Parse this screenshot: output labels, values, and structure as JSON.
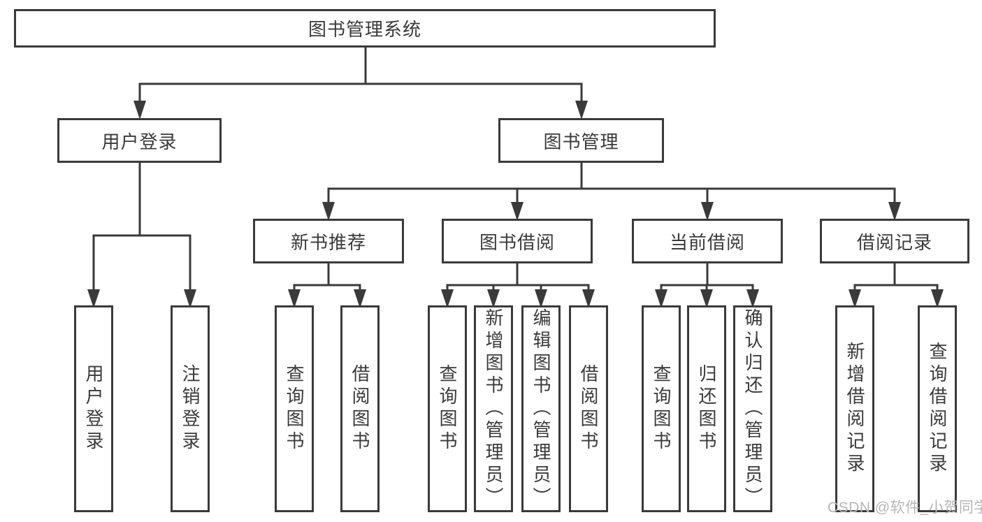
{
  "diagram": {
    "root": "图书管理系统",
    "level2": [
      "用户登录",
      "图书管理"
    ],
    "level3": [
      "新书推荐",
      "图书借阅",
      "当前借阅",
      "借阅记录"
    ],
    "leaves": {
      "user_login": [
        "用户登录",
        "注销登录"
      ],
      "new_book_recommend": [
        "查询图书",
        "借阅图书"
      ],
      "book_borrow": [
        "查询图书",
        "新增图书（管理员）",
        "编辑图书（管理员）",
        "借阅图书"
      ],
      "current_borrow": [
        "查询图书",
        "归还图书",
        "确认归还（管理员）"
      ],
      "borrow_records": [
        "新增借阅记录",
        "查询借阅记录"
      ]
    }
  },
  "watermark": "CSDN @软件_小贺同学",
  "colors": {
    "line": "#3a3a3a",
    "background": "#ffffff",
    "watermark": "#b6b6b6"
  }
}
